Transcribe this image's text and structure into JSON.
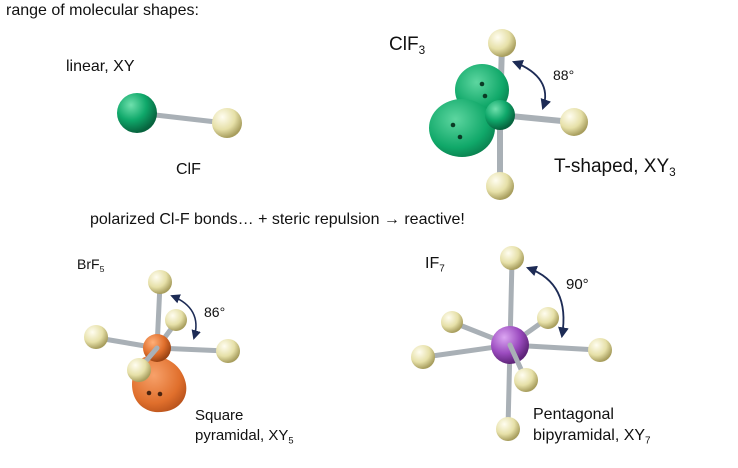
{
  "intro": "range of molecular shapes:",
  "linear": {
    "shape_label": "linear, XY",
    "compound": "ClF"
  },
  "clf3": {
    "formula_main": "ClF",
    "formula_sub": "3",
    "angle": "88°",
    "shape_main": "T-shaped, XY",
    "shape_sub": "3"
  },
  "note": "polarized Cl-F bonds… + steric repulsion → reactive!",
  "brf5": {
    "formula_main": "BrF",
    "formula_sub": "5",
    "angle": "86°",
    "shape_line1": "Square",
    "shape_line2_main": "pyramidal, XY",
    "shape_line2_sub": "5"
  },
  "if7": {
    "formula_main": "IF",
    "formula_sub": "7",
    "angle": "90°",
    "shape_line1": "Pentagonal",
    "shape_line2_main": "bipyramidal, XY",
    "shape_line2_sub": "7"
  },
  "colors": {
    "chlorine": "#0fa86a",
    "bromine": "#e06f2c",
    "iodine": "#9b4bbf",
    "fluorine": "#e6e0a8",
    "bond": "#a9b0b6",
    "arrow": "#1d2b55"
  }
}
